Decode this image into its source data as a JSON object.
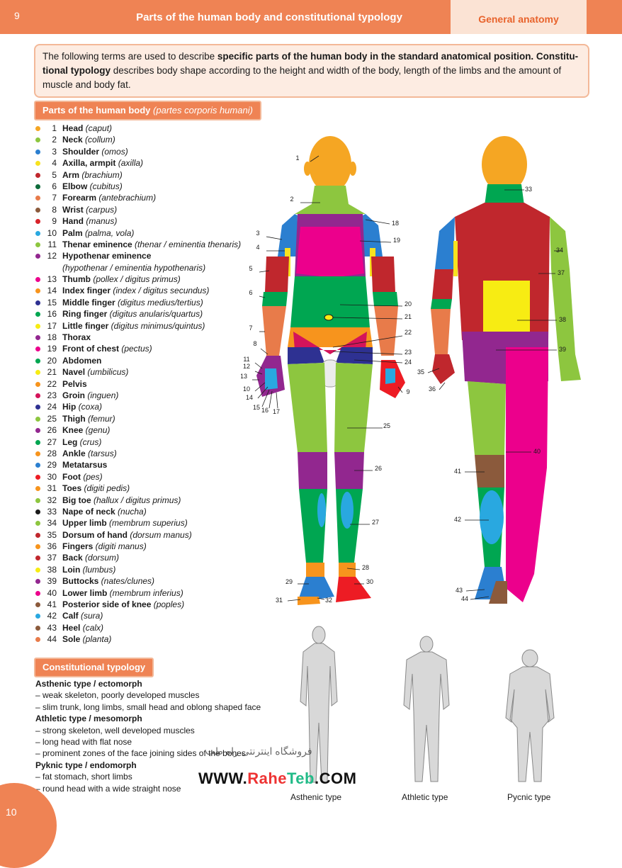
{
  "header": {
    "page_number": "9",
    "title": "Parts of the human body and constitutional typology",
    "tab": "General anatomy"
  },
  "intro": {
    "p1": "The following terms are used to describe ",
    "b1": "specific parts of the human body in the standard anatomical position. Constitu-tional typology",
    "p2": " describes body shape according to the height and width of the body, length of the limbs and the amount of muscle and body fat."
  },
  "section_parts": {
    "label": "Parts of the human body",
    "latin": "(partes corporis humani)"
  },
  "legend": [
    {
      "n": "1",
      "name": "Head",
      "latin": "(caput)",
      "color": "#f5a623"
    },
    {
      "n": "2",
      "name": "Neck",
      "latin": "(collum)",
      "color": "#8dc63f"
    },
    {
      "n": "3",
      "name": "Shoulder",
      "latin": "(omos)",
      "color": "#2b7fd0"
    },
    {
      "n": "4",
      "name": "Axilla, armpit",
      "latin": "(axilla)",
      "color": "#f7e21f"
    },
    {
      "n": "5",
      "name": "Arm",
      "latin": "(brachium)",
      "color": "#c0272d"
    },
    {
      "n": "6",
      "name": "Elbow",
      "latin": "(cubitus)",
      "color": "#0e6b3a"
    },
    {
      "n": "7",
      "name": "Forearm",
      "latin": "(antebrachium)",
      "color": "#e87b4a"
    },
    {
      "n": "8",
      "name": "Wrist",
      "latin": "(carpus)",
      "color": "#8b5a3c"
    },
    {
      "n": "9",
      "name": "Hand",
      "latin": "(manus)",
      "color": "#d8232a"
    },
    {
      "n": "10",
      "name": "Palm",
      "latin": "(palma, vola)",
      "color": "#29a8e0"
    },
    {
      "n": "11",
      "name": "Thenar eminence",
      "latin": "(thenar / eminentia thenaris)",
      "color": "#8dc63f"
    },
    {
      "n": "12",
      "name": "Hypothenar eminence",
      "latin": "",
      "color": "#92278f"
    },
    {
      "n": "",
      "name": "",
      "latin": "(hypothenar / eminentia hypothenaris)",
      "color": ""
    },
    {
      "n": "13",
      "name": "Thumb",
      "latin": "(pollex / digitus primus)",
      "color": "#ec008c"
    },
    {
      "n": "14",
      "name": "Index finger",
      "latin": "(index / digitus secundus)",
      "color": "#f7941d"
    },
    {
      "n": "15",
      "name": "Middle finger",
      "latin": "(digitus medius/tertius)",
      "color": "#2e3192"
    },
    {
      "n": "16",
      "name": "Ring finger",
      "latin": "(digitus anularis/quartus)",
      "color": "#00a651"
    },
    {
      "n": "17",
      "name": "Little finger",
      "latin": "(digitus minimus/quintus)",
      "color": "#f7ec13"
    },
    {
      "n": "18",
      "name": "Thorax",
      "latin": "",
      "color": "#92278f"
    },
    {
      "n": "19",
      "name": "Front of chest",
      "latin": "(pectus)",
      "color": "#ec008c"
    },
    {
      "n": "20",
      "name": "Abdomen",
      "latin": "",
      "color": "#00a651"
    },
    {
      "n": "21",
      "name": "Navel",
      "latin": "(umbilicus)",
      "color": "#f7ec13"
    },
    {
      "n": "22",
      "name": "Pelvis",
      "latin": "",
      "color": "#f7941d"
    },
    {
      "n": "23",
      "name": "Groin",
      "latin": "(inguen)",
      "color": "#d4145a"
    },
    {
      "n": "24",
      "name": "Hip",
      "latin": "(coxa)",
      "color": "#2e3192"
    },
    {
      "n": "25",
      "name": "Thigh",
      "latin": "(femur)",
      "color": "#8dc63f"
    },
    {
      "n": "26",
      "name": "Knee",
      "latin": "(genu)",
      "color": "#92278f"
    },
    {
      "n": "27",
      "name": "Leg",
      "latin": "(crus)",
      "color": "#00a651"
    },
    {
      "n": "28",
      "name": "Ankle",
      "latin": "(tarsus)",
      "color": "#f7941d"
    },
    {
      "n": "29",
      "name": "Metatarsus",
      "latin": "",
      "color": "#2b7fd0"
    },
    {
      "n": "30",
      "name": "Foot",
      "latin": "(pes)",
      "color": "#ed1c24"
    },
    {
      "n": "31",
      "name": "Toes",
      "latin": "(digiti pedis)",
      "color": "#f7941d"
    },
    {
      "n": "32",
      "name": "Big toe",
      "latin": "(hallux / digitus primus)",
      "color": "#8dc63f"
    },
    {
      "n": "33",
      "name": "Nape of neck",
      "latin": "(nucha)",
      "color": "#1a1a1a"
    },
    {
      "n": "34",
      "name": "Upper limb",
      "latin": "(membrum superius)",
      "color": "#8dc63f"
    },
    {
      "n": "35",
      "name": "Dorsum of hand",
      "latin": "(dorsum manus)",
      "color": "#c0272d"
    },
    {
      "n": "36",
      "name": "Fingers",
      "latin": "(digiti manus)",
      "color": "#f7941d"
    },
    {
      "n": "37",
      "name": "Back",
      "latin": "(dorsum)",
      "color": "#c0272d"
    },
    {
      "n": "38",
      "name": "Loin",
      "latin": "(lumbus)",
      "color": "#f7ec13"
    },
    {
      "n": "39",
      "name": "Buttocks",
      "latin": "(nates/clunes)",
      "color": "#92278f"
    },
    {
      "n": "40",
      "name": "Lower limb",
      "latin": "(membrum inferius)",
      "color": "#ec008c"
    },
    {
      "n": "41",
      "name": "Posterior side of knee",
      "latin": "(poples)",
      "color": "#8b5a3c"
    },
    {
      "n": "42",
      "name": "Calf",
      "latin": "(sura)",
      "color": "#29a8e0"
    },
    {
      "n": "43",
      "name": "Heel",
      "latin": "(calx)",
      "color": "#8b5a3c"
    },
    {
      "n": "44",
      "name": "Sole",
      "latin": "(planta)",
      "color": "#e87b4a"
    }
  ],
  "section_typology": {
    "label": "Constitutional typology"
  },
  "typology": {
    "asthenic_head": "Asthenic type / ectomorph",
    "asthenic_1": "– weak skeleton, poorly developed muscles",
    "asthenic_2": "– slim trunk, long limbs, small head and oblong shaped face",
    "athletic_head": "Athletic type / mesomorph",
    "athletic_1": "– strong skeleton, well developed muscles",
    "athletic_2": "– long head with flat nose",
    "athletic_3": "– prominent zones of the face joining sides of the bones",
    "pyknic_head": "Pyknic type / endomorph",
    "pyknic_1": "– fat stomach, short limbs",
    "pyknic_2": "– round head with a wide straight nose"
  },
  "captions": {
    "asthenic": "Asthenic type",
    "athletic": "Athletic type",
    "pycnic": "Pycnic type"
  },
  "watermark": {
    "text_a": "WWW.",
    "text_b": "Rahe",
    "text_c": "Teb",
    "text_d": ".COM",
    "persian": "فروشگاه اینترنتی راه طب"
  },
  "footer": {
    "page_number": "10"
  },
  "front_labels": [
    "1",
    "2",
    "3",
    "4",
    "5",
    "6",
    "7",
    "8",
    "11",
    "12",
    "13",
    "10",
    "14",
    "15",
    "16",
    "17",
    "18",
    "19",
    "20",
    "21",
    "22",
    "23",
    "24",
    "9",
    "25",
    "26",
    "27",
    "28",
    "29",
    "30",
    "31",
    "32"
  ],
  "back_labels": [
    "33",
    "34",
    "37",
    "38",
    "39",
    "35",
    "36",
    "40",
    "41",
    "42",
    "43",
    "44"
  ]
}
